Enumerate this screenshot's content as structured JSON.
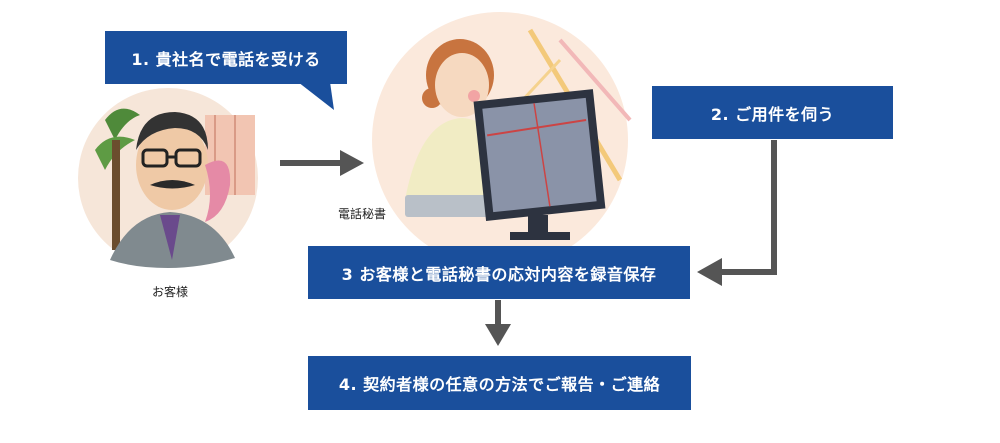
{
  "steps": {
    "step1": "1. 貴社名で電話を受ける",
    "step2": "2. ご用件を伺う",
    "step3": "3 お客様と電話秘書の応対内容を録音保存",
    "step4": "4. 契約者様の任意の方法でご報告・ご連絡"
  },
  "labels": {
    "customer": "お客様",
    "secretary": "電話秘書"
  },
  "colors": {
    "box": "#1a4f9c",
    "arrow": "#555555"
  }
}
